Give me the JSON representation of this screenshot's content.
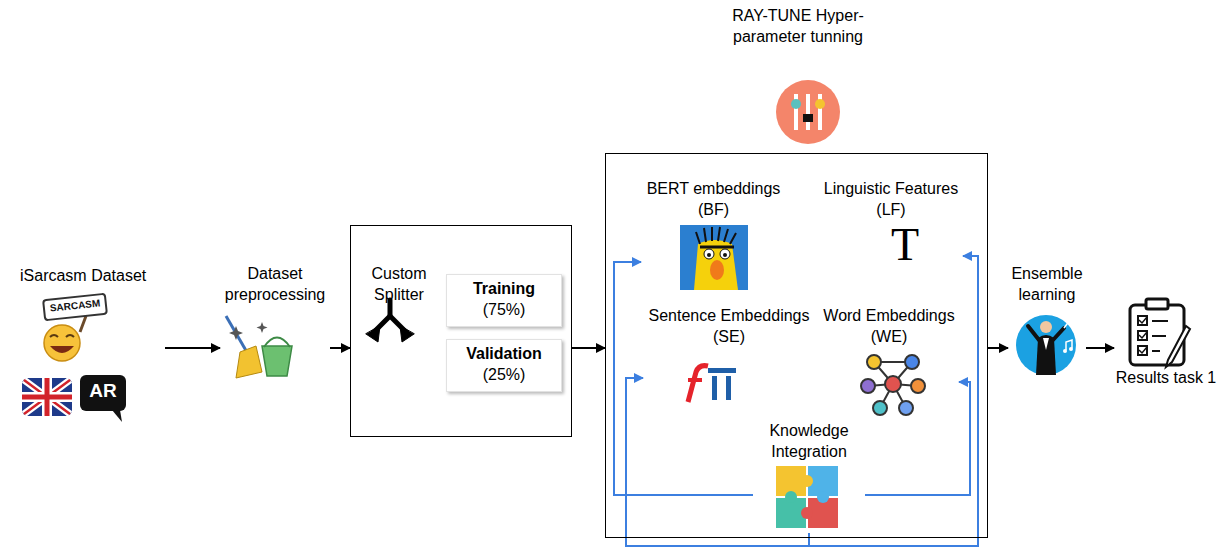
{
  "diagram": {
    "nodes": [
      {
        "text": [
          "iSarcasm Dataset"
        ]
      },
      {
        "text": [
          "Dataset preprocessing"
        ]
      },
      {
        "text": [
          "Custom Splitter"
        ]
      },
      {
        "text": [
          "Training",
          "(75%)"
        ],
        "in": 2
      },
      {
        "text": [
          "Validation",
          "(25%)"
        ],
        "in": 2
      },
      {
        "text": [
          "RAY-TUNE Hyper-parameter tunning"
        ]
      },
      {
        "text": [
          "BERT embeddings (BF)"
        ],
        "in": 5
      },
      {
        "text": [
          "Linguistic Features (LF)"
        ],
        "in": 5
      },
      {
        "text": [
          "Sentence Embeddings (SE)"
        ],
        "in": 5
      },
      {
        "text": [
          "Word Embeddings (WE)"
        ],
        "in": 5
      },
      {
        "text": [
          "Knowledge Integration"
        ],
        "in": 5
      },
      {
        "text": [
          "Ensemble learning"
        ]
      },
      {
        "text": [
          "Results task 1"
        ]
      }
    ],
    "edges": [
      {
        "from": 0,
        "to": 1,
        "arrow": "to"
      },
      {
        "from": 1,
        "to": 2,
        "arrow": "to"
      },
      {
        "from": 2,
        "to": 5,
        "arrow": "to"
      },
      {
        "from": 5,
        "to": 11,
        "arrow": "to"
      },
      {
        "from": 11,
        "to": 12,
        "arrow": "to"
      },
      {
        "from": 10,
        "to": 6,
        "arrow": "to"
      },
      {
        "from": 10,
        "to": 8,
        "arrow": "to"
      },
      {
        "from": 10,
        "to": 9,
        "arrow": "to"
      },
      {
        "from": 10,
        "to": 7,
        "arrow": "to"
      }
    ],
    "labels": [
      "SARCASM",
      "AR",
      "T"
    ]
  }
}
